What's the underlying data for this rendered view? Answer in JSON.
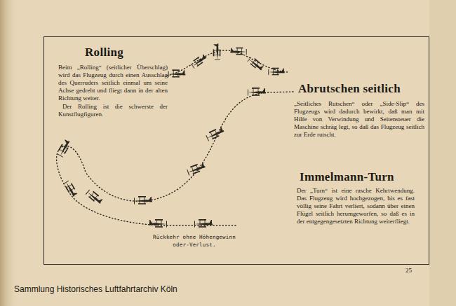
{
  "diagram": {
    "nodes": [
      {
        "text": [
          "Rolling",
          "Beim „Rolling“ (seitlicher Überschlag) wird das Flugzeug durch einen Ausschlag des Querruders seitlich einmal um seine Achse gedreht und fliegt dann in der alten Richtung weiter.",
          "Der Rolling ist die schwerste der Kunstflugfiguren.",
          "Abrutschen seitlich",
          "„Seitliches Rutschen“ oder „Side-Slip“ des Flugzeugs wird dadurch bewirkt, daß man mit Hilfe von Verwindung und Seitensteuer die Maschine schräg legt, so daß das Flugzeug seitlich zur Erde rutscht.",
          "Immelmann-Turn",
          "Der „Turn“ ist eine rasche Kehrtwendung. Das Flugzeug wird hochgezogen, bis es fast völlig seine Fahrt verliert, sodann über einen Flügel seitlich herumgeworfen, so daß es in der entgegengesetzten Richtung weiterfliegt.",
          "Rückkehr ohne Höhengewinn oder-Verlust."
        ]
      }
    ],
    "labels": [
      "25",
      "Sammlung Historisches Luftfahrtarchiv Köln"
    ]
  }
}
